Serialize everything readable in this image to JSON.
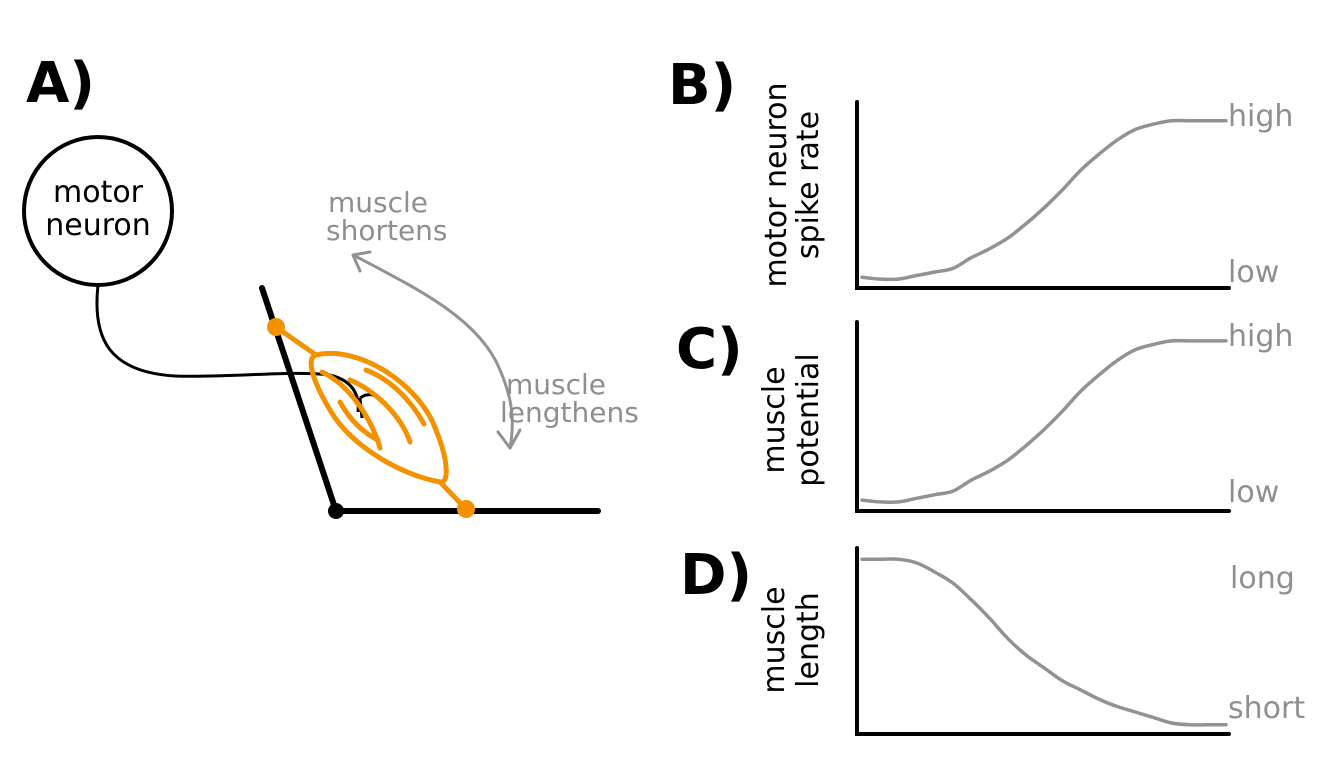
{
  "panels": {
    "a": {
      "letter": "A)",
      "neuron_line1": "motor",
      "neuron_line2": "neuron",
      "shortens_line1": "muscle",
      "shortens_line2": "shortens",
      "lengthens_line1": "muscle",
      "lengthens_line2": "lengthens"
    },
    "b": {
      "letter": "B)",
      "ylabel_line1": "motor neuron",
      "ylabel_line2": "spike rate",
      "high_label": "high",
      "low_label": "low"
    },
    "c": {
      "letter": "C)",
      "ylabel_line1": "muscle",
      "ylabel_line2": "potential",
      "high_label": "high",
      "low_label": "low"
    },
    "d": {
      "letter": "D)",
      "ylabel_line1": "muscle",
      "ylabel_line2": "length",
      "high_label": "long",
      "low_label": "short"
    }
  },
  "colors": {
    "muscle": "#f39200",
    "curve": "#929292",
    "ink": "#000000"
  },
  "chart_data": [
    {
      "type": "line",
      "x": [
        0,
        0.05,
        0.1,
        0.15,
        0.2,
        0.25,
        0.3,
        0.35,
        0.4,
        0.45,
        0.5,
        0.55,
        0.6,
        0.65,
        0.7,
        0.75,
        0.8,
        0.85,
        0.9,
        0.95,
        1.0
      ],
      "values": [
        0.06,
        0.05,
        0.05,
        0.07,
        0.09,
        0.11,
        0.17,
        0.22,
        0.28,
        0.36,
        0.45,
        0.55,
        0.66,
        0.75,
        0.83,
        0.89,
        0.92,
        0.94,
        0.94,
        0.94,
        0.94
      ],
      "ylim": [
        0,
        1
      ],
      "grid": false
    },
    {
      "type": "line",
      "x": [
        0,
        0.05,
        0.1,
        0.15,
        0.2,
        0.25,
        0.3,
        0.35,
        0.4,
        0.45,
        0.5,
        0.55,
        0.6,
        0.65,
        0.7,
        0.75,
        0.8,
        0.85,
        0.9,
        0.95,
        1.0
      ],
      "values": [
        0.06,
        0.05,
        0.05,
        0.07,
        0.09,
        0.11,
        0.17,
        0.22,
        0.28,
        0.36,
        0.45,
        0.55,
        0.66,
        0.75,
        0.83,
        0.89,
        0.92,
        0.94,
        0.94,
        0.94,
        0.94
      ],
      "ylim": [
        0,
        1
      ],
      "grid": false
    },
    {
      "type": "line",
      "x": [
        0,
        0.05,
        0.1,
        0.15,
        0.2,
        0.25,
        0.3,
        0.35,
        0.4,
        0.45,
        0.5,
        0.55,
        0.6,
        0.65,
        0.7,
        0.75,
        0.8,
        0.85,
        0.9,
        0.95,
        1.0
      ],
      "values": [
        0.95,
        0.95,
        0.95,
        0.93,
        0.88,
        0.82,
        0.73,
        0.63,
        0.52,
        0.43,
        0.36,
        0.29,
        0.24,
        0.19,
        0.15,
        0.12,
        0.09,
        0.06,
        0.05,
        0.05,
        0.05
      ],
      "ylim": [
        0,
        1
      ],
      "grid": false
    }
  ]
}
